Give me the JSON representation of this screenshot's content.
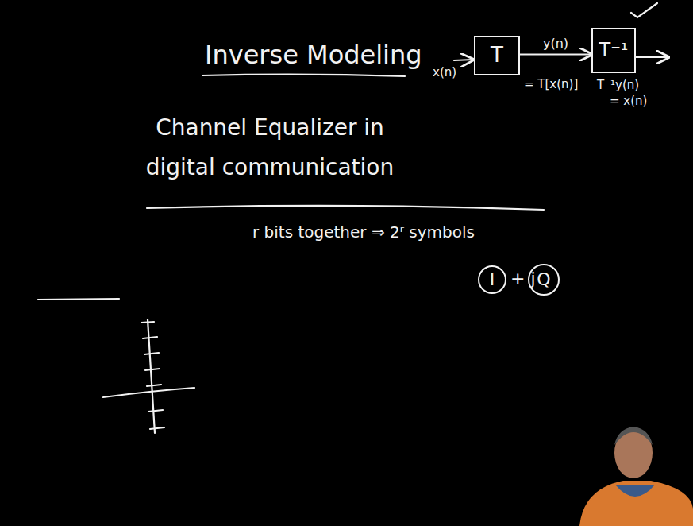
{
  "diagram": {
    "title": "Inverse Modeling",
    "nodes": [
      {
        "text": [
          "T"
        ]
      },
      {
        "text": [
          "T⁻¹"
        ]
      },
      {
        "text": [
          "I"
        ]
      },
      {
        "text": [
          "Q"
        ]
      }
    ],
    "edges": [
      {
        "from": 0,
        "to": 1,
        "arrow": "to",
        "label": "y(n)"
      }
    ],
    "labels": [
      "x(n)",
      "= T[x(n)]",
      "T⁻¹y(n)",
      "= x(n)",
      "Channel Equalizer in digital communication",
      "r bits together ⇒ 2ʳ symbols",
      "+ j"
    ]
  }
}
